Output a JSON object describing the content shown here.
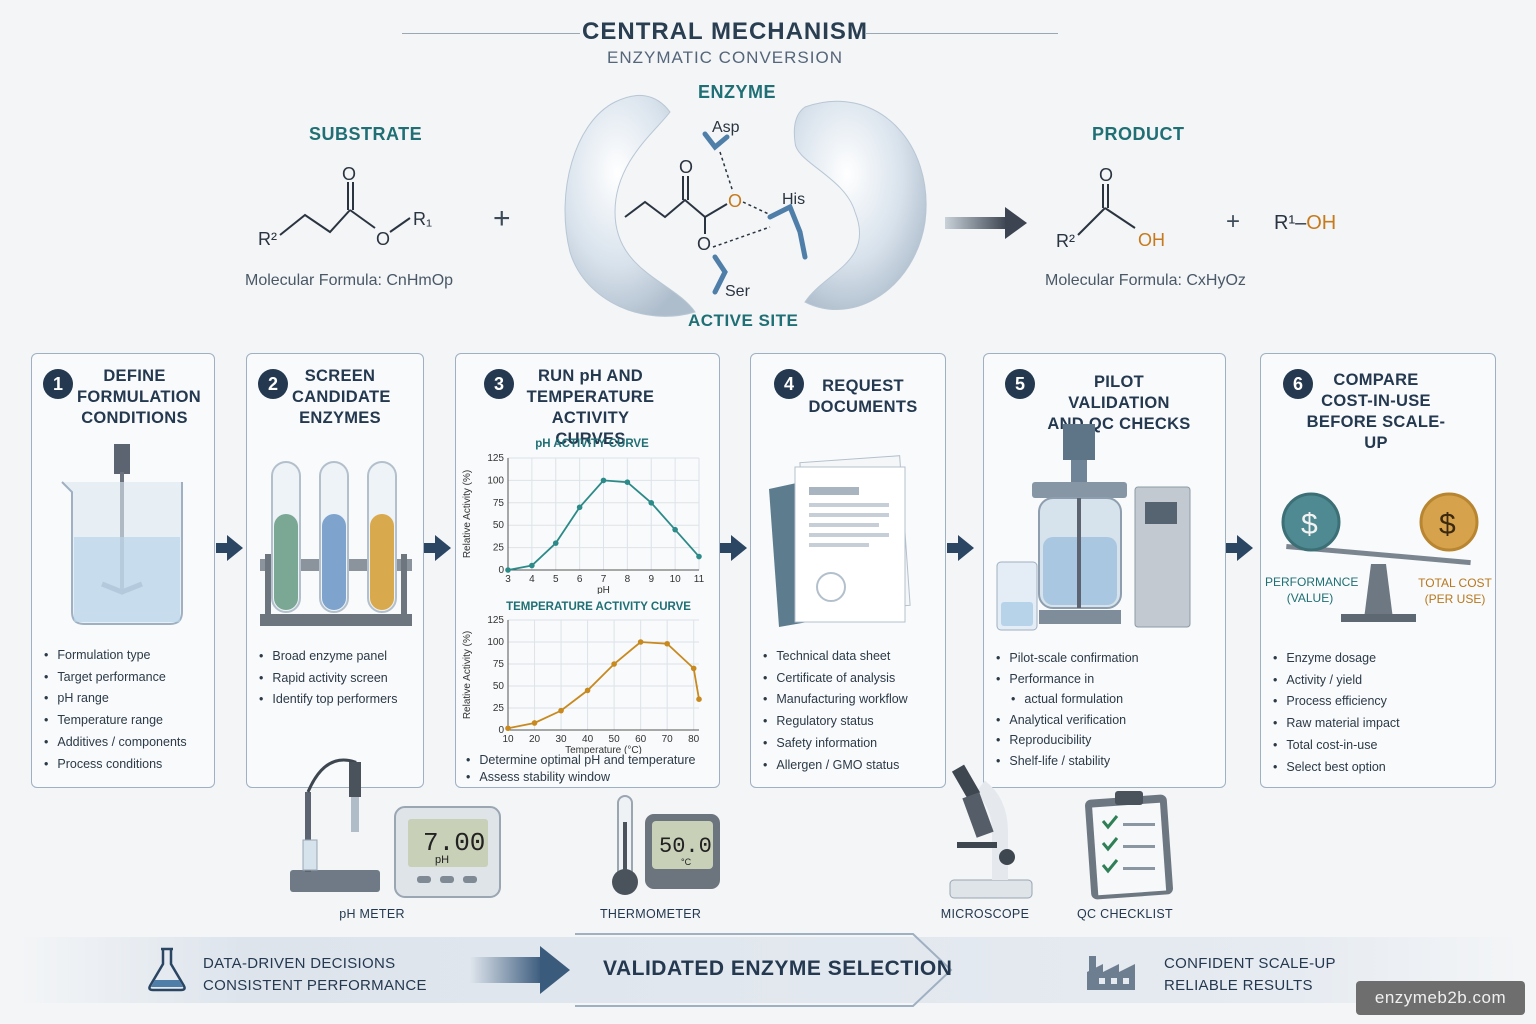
{
  "header": {
    "title": "CENTRAL MECHANISM",
    "subtitle": "ENZYMATIC CONVERSION"
  },
  "mechanism": {
    "substrate_label": "SUBSTRATE",
    "substrate_formula": "Molecular Formula: CnHmOp",
    "substrate_atoms": {
      "o_top": "O",
      "r2": "R²",
      "o_ester": "O",
      "r1": "R₁"
    },
    "plus1": "+",
    "enzyme_label": "ENZYME",
    "active_site_label": "ACTIVE SITE",
    "residues": {
      "asp": "Asp",
      "his": "His",
      "ser": "Ser",
      "o_top": "O",
      "o_mid": "O",
      "o_bottom": "O"
    },
    "product_label": "PRODUCT",
    "product_formula": "Molecular Formula: CxHyOz",
    "product_atoms": {
      "o_top": "O",
      "r2": "R²",
      "oh": "OH"
    },
    "plus2": "+",
    "alcohol": {
      "r1": "R¹",
      "dash": "–",
      "oh": "OH"
    }
  },
  "steps": [
    {
      "num": "1",
      "title": [
        "DEFINE",
        "FORMULATION",
        "CONDITIONS"
      ],
      "bullets": [
        "Formulation type",
        "Target performance",
        "pH range",
        "Temperature range",
        "Additives / components",
        "Process conditions"
      ]
    },
    {
      "num": "2",
      "title": [
        "SCREEN",
        "CANDIDATE",
        "ENZYMES"
      ],
      "bullets": [
        "Broad enzyme panel",
        "Rapid activity screen",
        "Identify top performers"
      ]
    },
    {
      "num": "3",
      "title": [
        "RUN pH AND",
        "TEMPERATURE",
        "ACTIVITY CURVES"
      ],
      "bullets": [
        "Determine optimal pH and temperature",
        "Assess stability window"
      ]
    },
    {
      "num": "4",
      "title": [
        "REQUEST",
        "DOCUMENTS"
      ],
      "bullets": [
        "Technical data sheet",
        "Certificate of analysis",
        "Manufacturing workflow",
        "Regulatory status",
        "Safety information",
        "Allergen / GMO status"
      ]
    },
    {
      "num": "5",
      "title": [
        "PILOT VALIDATION",
        "AND QC CHECKS"
      ],
      "bullets": [
        "Pilot-scale confirmation",
        "Performance in",
        "actual formulation",
        "Analytical verification",
        "Reproducibility",
        "Shelf-life / stability"
      ]
    },
    {
      "num": "6",
      "title": [
        "COMPARE",
        "COST-IN-USE",
        "BEFORE SCALE-UP"
      ],
      "bullets": [
        "Enzyme dosage",
        "Activity / yield",
        "Process efficiency",
        "Raw material impact",
        "Total cost-in-use",
        "Select best option"
      ]
    }
  ],
  "scale": {
    "left_label": [
      "PERFORMANCE",
      "(VALUE)"
    ],
    "right_label": [
      "TOTAL COST",
      "(PER USE)"
    ],
    "coin_symbol": "$"
  },
  "chart_data": [
    {
      "type": "line",
      "title": "pH ACTIVITY CURVE",
      "xlabel": "pH",
      "ylabel": "Relative Activity (%)",
      "x": [
        3,
        4,
        5,
        6,
        7,
        8,
        9,
        10,
        11
      ],
      "values": [
        0,
        5,
        30,
        70,
        100,
        98,
        75,
        45,
        15
      ],
      "xticks": [
        3,
        4,
        5,
        6,
        7,
        8,
        9,
        10,
        11
      ],
      "yticks": [
        0,
        25,
        50,
        75,
        100,
        125
      ],
      "xlim": [
        3,
        11
      ],
      "ylim": [
        0,
        125
      ],
      "color": "#2c8a88",
      "grid": true
    },
    {
      "type": "line",
      "title": "TEMPERATURE ACTIVITY CURVE",
      "xlabel": "Temperature (°C)",
      "ylabel": "Relative Activity (%)",
      "x": [
        10,
        20,
        30,
        40,
        50,
        60,
        70,
        80,
        82
      ],
      "values": [
        2,
        8,
        22,
        45,
        75,
        100,
        98,
        70,
        35
      ],
      "xticks": [
        10,
        20,
        30,
        40,
        50,
        60,
        70,
        80
      ],
      "yticks": [
        0,
        25,
        50,
        75,
        100,
        125
      ],
      "xlim": [
        10,
        82
      ],
      "ylim": [
        0,
        125
      ],
      "color": "#c8891f",
      "grid": true
    }
  ],
  "tools": {
    "ph_meter": "pH METER",
    "ph_display": "7.00",
    "ph_unit": "pH",
    "thermometer": "THERMOMETER",
    "temp_display": "50.0",
    "temp_unit": "°C",
    "microscope": "MICROSCOPE",
    "qc_checklist": "QC CHECKLIST"
  },
  "bottom": {
    "left_line1": "DATA-DRIVEN DECISIONS",
    "left_line2": "CONSISTENT PERFORMANCE",
    "center": "VALIDATED ENZYME SELECTION",
    "right_line1": "CONFIDENT SCALE-UP",
    "right_line2": "RELIABLE RESULTS"
  },
  "watermark": "enzymeb2b.com",
  "colors": {
    "navy": "#24384f",
    "teal": "#1f6f74",
    "orange": "#c67a1c"
  }
}
